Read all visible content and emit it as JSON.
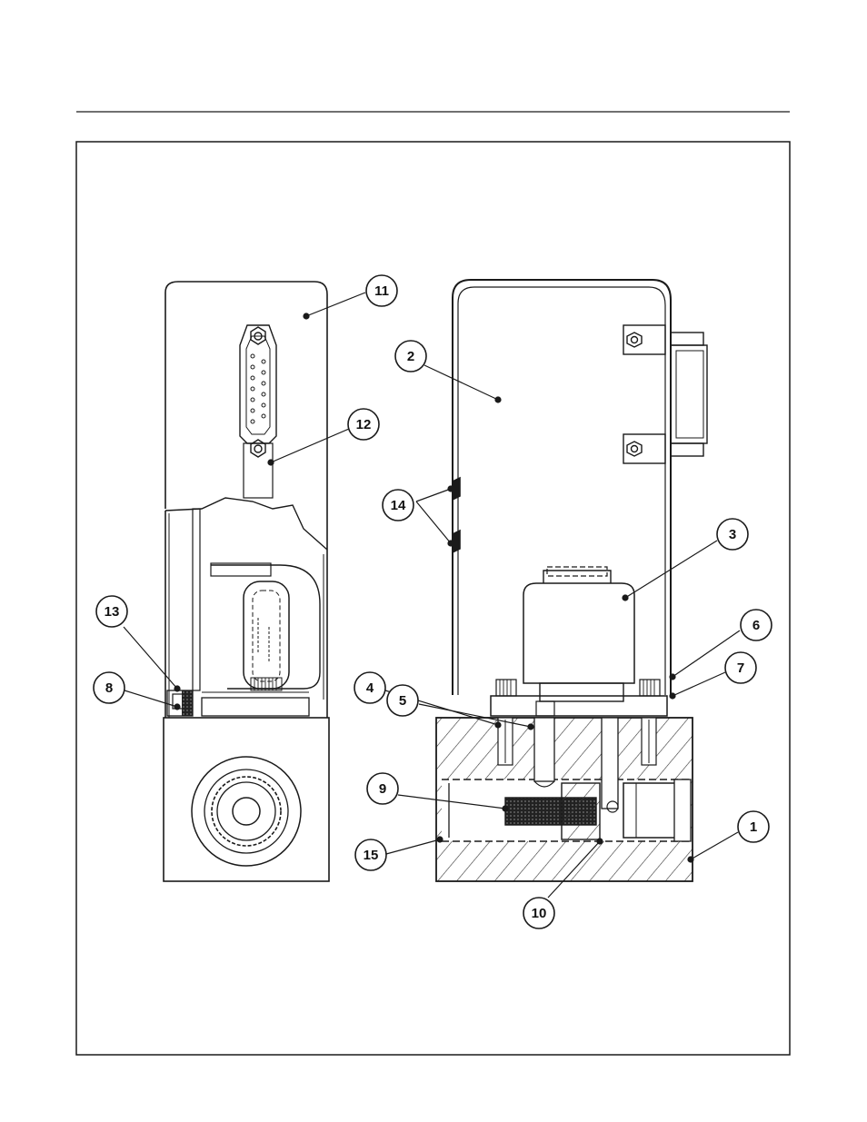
{
  "figure": {
    "stroke_color": "#1a1a1a",
    "hatch_color": "#333333",
    "background": "#ffffff"
  },
  "callouts": [
    {
      "id": "c1",
      "label": "1"
    },
    {
      "id": "c2",
      "label": "2"
    },
    {
      "id": "c3",
      "label": "3"
    },
    {
      "id": "c4",
      "label": "4"
    },
    {
      "id": "c5",
      "label": "5"
    },
    {
      "id": "c6",
      "label": "6"
    },
    {
      "id": "c7",
      "label": "7"
    },
    {
      "id": "c8",
      "label": "8"
    },
    {
      "id": "c9",
      "label": "9"
    },
    {
      "id": "c10",
      "label": "10"
    },
    {
      "id": "c11",
      "label": "11"
    },
    {
      "id": "c12",
      "label": "12"
    },
    {
      "id": "c13",
      "label": "13"
    },
    {
      "id": "c14",
      "label": "14"
    },
    {
      "id": "c15",
      "label": "15"
    }
  ]
}
